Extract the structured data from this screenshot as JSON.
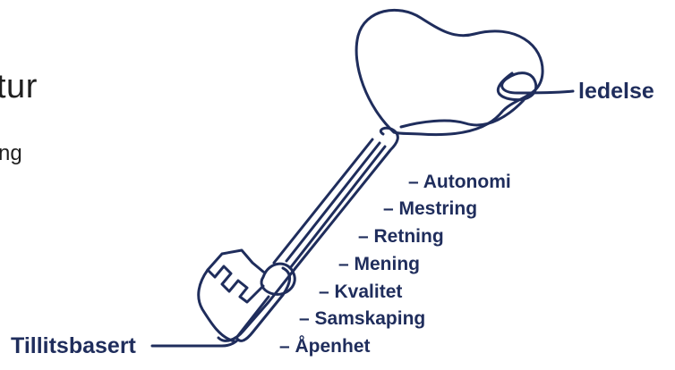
{
  "heading_fragment": "tur",
  "subheading_fragment": "ng",
  "diagram": {
    "stroke_color": "#1f2d5c",
    "top_label": "ledelse",
    "bottom_label": "Tillitsbasert",
    "values": [
      "– Autonomi",
      "– Mestring",
      "– Retning",
      "– Mening",
      "– Kvalitet",
      "– Samskaping",
      "– Åpenhet"
    ]
  }
}
